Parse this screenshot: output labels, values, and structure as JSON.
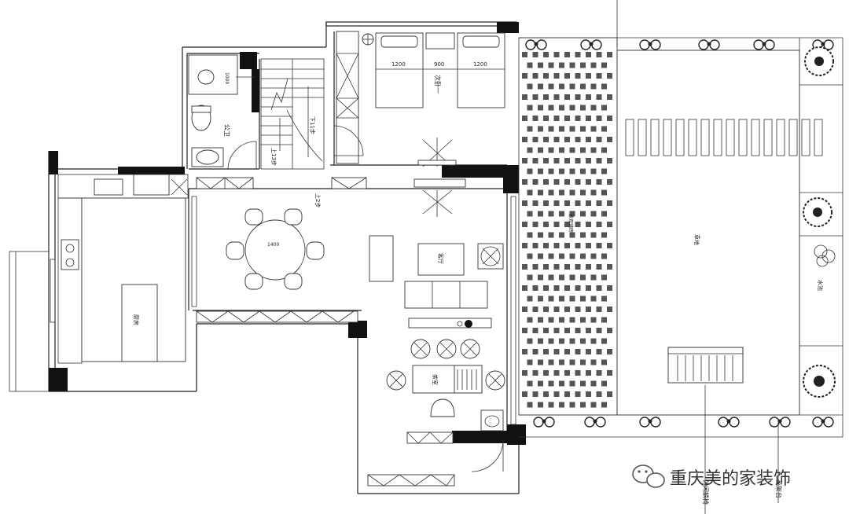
{
  "rooms": {
    "second_bedroom": "次卧一",
    "public_bath": "公卫",
    "kitchen": "厨房",
    "living_room": "客厅",
    "tea_room": "茶室",
    "lawn": "草地",
    "water_pool": "水池",
    "paving": "景观铺砖"
  },
  "dimensions": {
    "bed_left": "1200",
    "bed_gap": "900",
    "bed_right": "1200",
    "toilet": "1000",
    "dining_table": "1400"
  },
  "stairs": {
    "down": "下11步",
    "up_13": "上13步",
    "up_2": "上2步"
  },
  "annotations": {
    "leisure_chair": "休闲躺椅",
    "flower_stand": "花架台"
  },
  "watermark": {
    "text": "重庆美的家装饰",
    "icon": "wechat-icon"
  }
}
